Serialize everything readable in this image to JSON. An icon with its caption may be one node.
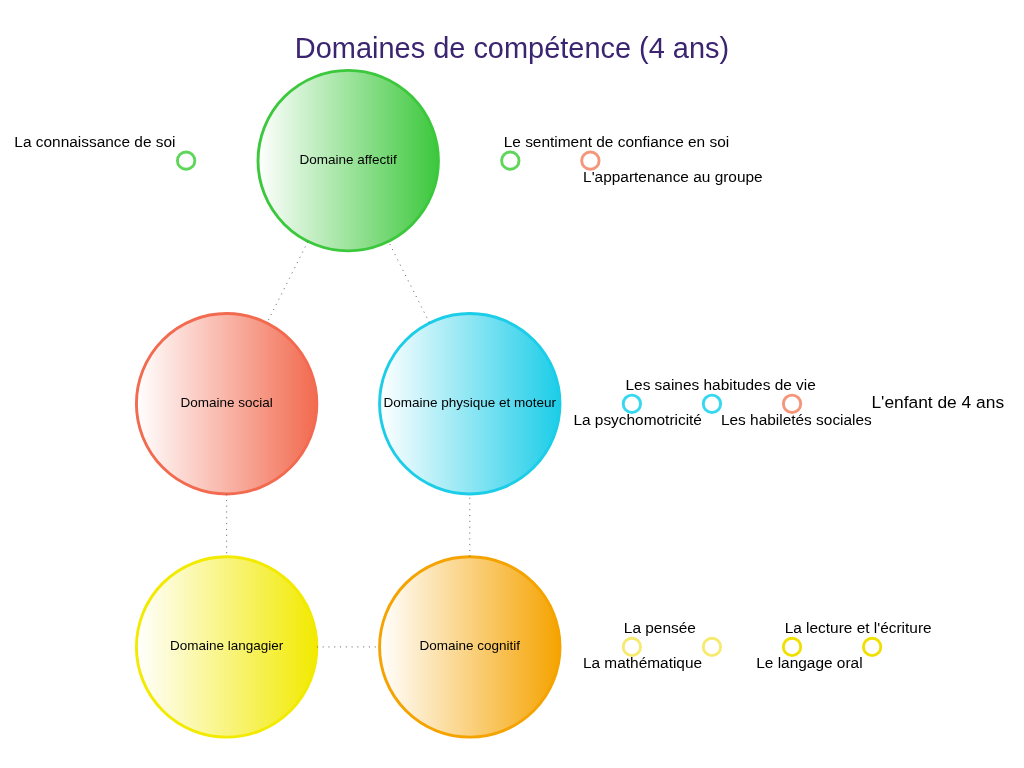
{
  "diagram": {
    "title": "Domaines de compétence (4 ans)",
    "nodes": [
      {
        "text": [],
        "shape": "circle",
        "beside": [
          "Le sentiment de confiance en soi"
        ]
      },
      {
        "text": [],
        "shape": "circle",
        "beside": [
          "L'appartenance au groupe"
        ]
      },
      {
        "text": [],
        "shape": "circle",
        "beside": [
          "La connaissance de soi"
        ]
      },
      {
        "text": [
          "Domaine affectif"
        ]
      },
      {
        "text": [],
        "shape": "circle",
        "beside": [
          "La psychomotricité"
        ]
      },
      {
        "text": [
          "Domaine social"
        ]
      },
      {
        "text": [
          "Domaine physique et moteur"
        ]
      },
      {
        "text": [],
        "shape": "circle",
        "beside": [
          "Les habiletés sociales"
        ]
      },
      {
        "text": [],
        "shape": "circle",
        "beside": [
          "Les saines habitudes de vie"
        ]
      },
      {
        "text": [
          "Domaine langagier"
        ]
      },
      {
        "text": [],
        "shape": "circle",
        "beside": [
          "Le langage oral"
        ]
      },
      {
        "text": [
          "Domaine cognitif"
        ]
      },
      {
        "text": [],
        "shape": "circle",
        "beside": [
          "La lecture et l'écriture"
        ]
      },
      {
        "text": [],
        "shape": "circle",
        "beside": [
          "La pensée"
        ]
      },
      {
        "text": [],
        "shape": "circle",
        "beside": [
          "La mathématique"
        ]
      }
    ],
    "edges": [
      {
        "from": 3,
        "to": 5,
        "arrow": "none",
        "style": "dashed"
      },
      {
        "from": 5,
        "to": 9,
        "arrow": "none",
        "style": "dashed"
      },
      {
        "from": 9,
        "to": 11,
        "arrow": "none",
        "style": "dashed"
      },
      {
        "from": 11,
        "to": 6,
        "arrow": "none",
        "style": "dashed"
      },
      {
        "from": 6,
        "to": 3,
        "arrow": "none",
        "style": "dashed"
      }
    ],
    "labels": [
      "L'enfant de 4 ans"
    ]
  }
}
